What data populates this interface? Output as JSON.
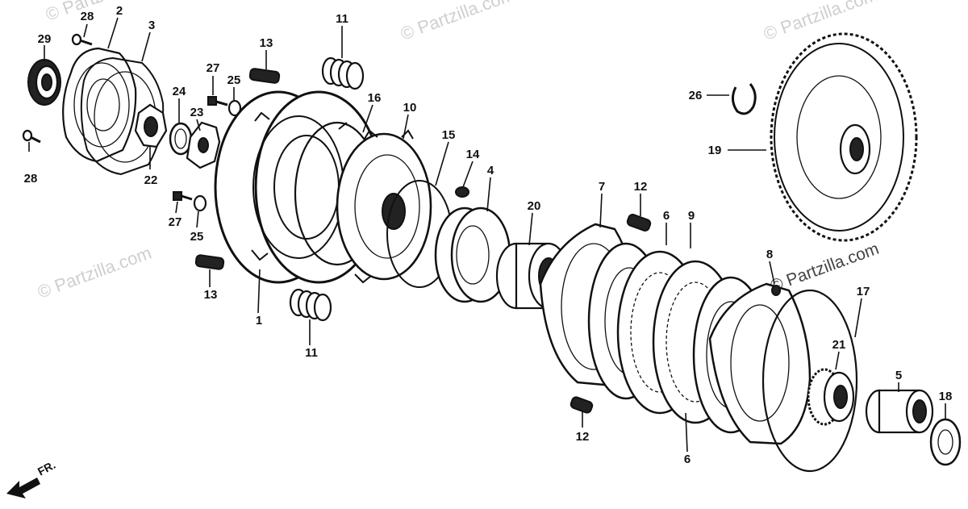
{
  "watermarks": [
    "© Partzilla.com",
    "© Partzilla.com",
    "© Partzilla.com",
    "© Partzilla.com",
    "© Partzilla.com"
  ],
  "labels": {
    "p1": "1",
    "p2": "2",
    "p3": "3",
    "p4": "4",
    "p5": "5",
    "p6a": "6",
    "p6b": "6",
    "p7": "7",
    "p8": "8",
    "p9": "9",
    "p10": "10",
    "p11a": "11",
    "p11b": "11",
    "p12a": "12",
    "p12b": "12",
    "p13a": "13",
    "p13b": "13",
    "p14": "14",
    "p15": "15",
    "p16": "16",
    "p17": "17",
    "p18": "18",
    "p19": "19",
    "p20": "20",
    "p21": "21",
    "p22": "22",
    "p23": "23",
    "p24": "24",
    "p25a": "25",
    "p25b": "25",
    "p26": "26",
    "p27a": "27",
    "p27b": "27",
    "p28a": "28",
    "p28b": "28",
    "p29": "29"
  },
  "front_label": "FR."
}
